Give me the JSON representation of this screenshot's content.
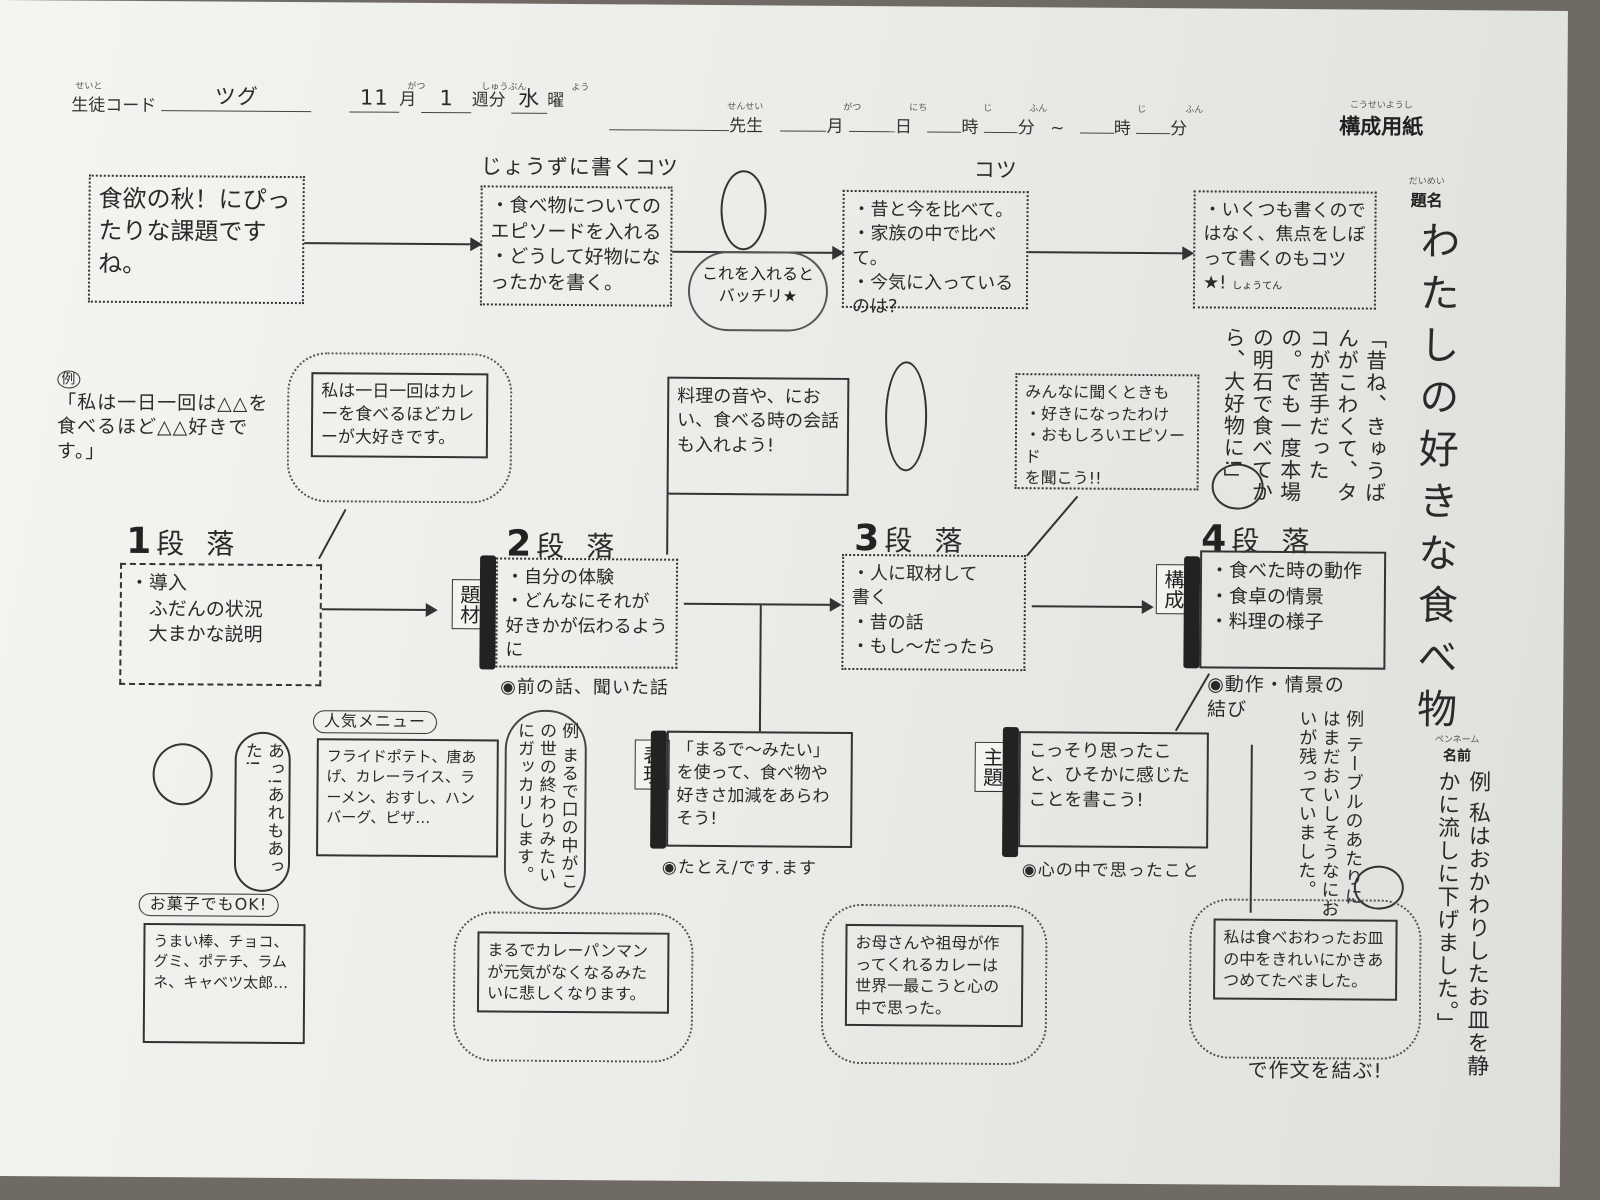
{
  "header": {
    "student_code_ruby": "せいと",
    "student_code_label": "生徒コード",
    "student_code": "ツグ",
    "month": "11",
    "month_ruby": "がつ",
    "month_label": "月",
    "week": "1",
    "week_ruby": "しゅうぶん",
    "week_label": "週分",
    "weekday": "水",
    "weekday_ruby": "よう",
    "weekday_label": "曜",
    "teacher_ruby": "せんせい",
    "teacher_label": "先生",
    "date_month_label": "月",
    "date_month_ruby": "がつ",
    "date_day_label": "日",
    "date_day_ruby": "にち",
    "hour_label": "時",
    "hour_ruby": "じ",
    "minute_label": "分",
    "minute_ruby": "ふん",
    "tilde": "~",
    "end_hour_label": "時",
    "end_hour_ruby": "じ",
    "end_minute_label": "分",
    "end_minute_ruby": "ふん",
    "sheet_ruby": "こうせいようし",
    "sheet_title": "構成用紙"
  },
  "title": {
    "ruby": "だいめい",
    "label": "題名",
    "text": "わたしの好きな食べ物"
  },
  "row1": {
    "intro": "食欲の秋！にぴったりな課題ですね。",
    "tips_label": "じょうずに書くコツ",
    "tips": "・食べ物についてのエピソードを入れる\n・どうして好物になったかを書く。",
    "cloud": "これを入れるとバッチリ★",
    "kotsu_label": "コツ",
    "kotsu": "・昔と今を比べて。\n・家族の中で比べて。\n・今気に入っているのは?",
    "focus": "・いくつも書くのではなく、焦点をしぼって書くのもコツ★!",
    "focus_ruby": "しょうてん"
  },
  "quote": "「昔ね、きゅうばんがこわくて、タコが苦手だったの。でも一度本場の明石で食べてから、大好物に!」",
  "row2": {
    "example_mark": "例",
    "example": "「私は一日一回は△△を食べるほど△△好きです。」",
    "example_cloud": "私は一日一回はカレーを食べるほどカレーが大好きです。",
    "sound_tip": "料理の音や、におい、食べる時の会話も入れよう!",
    "interview_tip": "みんなに聞くときも\n・好きになったわけ\n・おもしろいエピソード\nを聞こう!!"
  },
  "paragraphs": [
    {
      "num": "1",
      "label": "段落",
      "body": "・導入\n　ふだんの状況\n　大まかな説明"
    },
    {
      "num": "2",
      "label": "段落",
      "tag": "題材",
      "body": "・自分の体験\n・どんなにそれが\n好きかが伝わるように",
      "note": "◉前の話、聞いた話"
    },
    {
      "num": "3",
      "label": "段落",
      "body": "・人に取材して\n書く\n・昔の話\n・もし〜だったら"
    },
    {
      "num": "4",
      "label": "段落",
      "tag": "構成",
      "body": "・食べた時の動作\n・食卓の情景\n・料理の様子",
      "note": "◉動作・情景の\n結び"
    }
  ],
  "bottom": {
    "menu_label": "人気メニュー",
    "menu": "フライドポテト、唐あげ、カレーライス、ラーメン、おすし、ハンバーグ、ピザ…",
    "frog_speech": "あっ!あれもあった!",
    "snack_label": "お菓子でもOK!",
    "snacks": "うまい棒、チョコ、グミ、ポテチ、ラムネ、キャベツ太郎…",
    "simile_example": "例 まるで口の中がこの世の終わりみたいにガッカリします。",
    "expression_tag": "表現",
    "expression": "「まるで〜みたい」を使って、食べ物や好きさ加減をあらわそう!",
    "expression_note": "◉たとえ/です.ます",
    "simile_cloud": "まるでカレーパンマンが元気がなくなるみたいに悲しくなります。",
    "theme_tag": "主題",
    "theme": "こっそり思ったこと、ひそかに感じたことを書こう!",
    "theme_note": "◉心の中で思ったこと",
    "theme_cloud": "お母さんや祖母が作ってくれるカレーは世界一最こうと心の中で思った。",
    "ending_example": "例 テーブルのあたりにはまだおいしそうなにおいが残っていました。",
    "penname_ruby": "ペンネーム",
    "penname_label": "名前",
    "penname_example": "例 私はおかわりしたお皿を静かに流しに下げました。」",
    "ending_cloud": "私は食べおわったお皿の中をきれいにかきあつめてたべました。",
    "ending_note": "で作文を結ぶ!"
  }
}
